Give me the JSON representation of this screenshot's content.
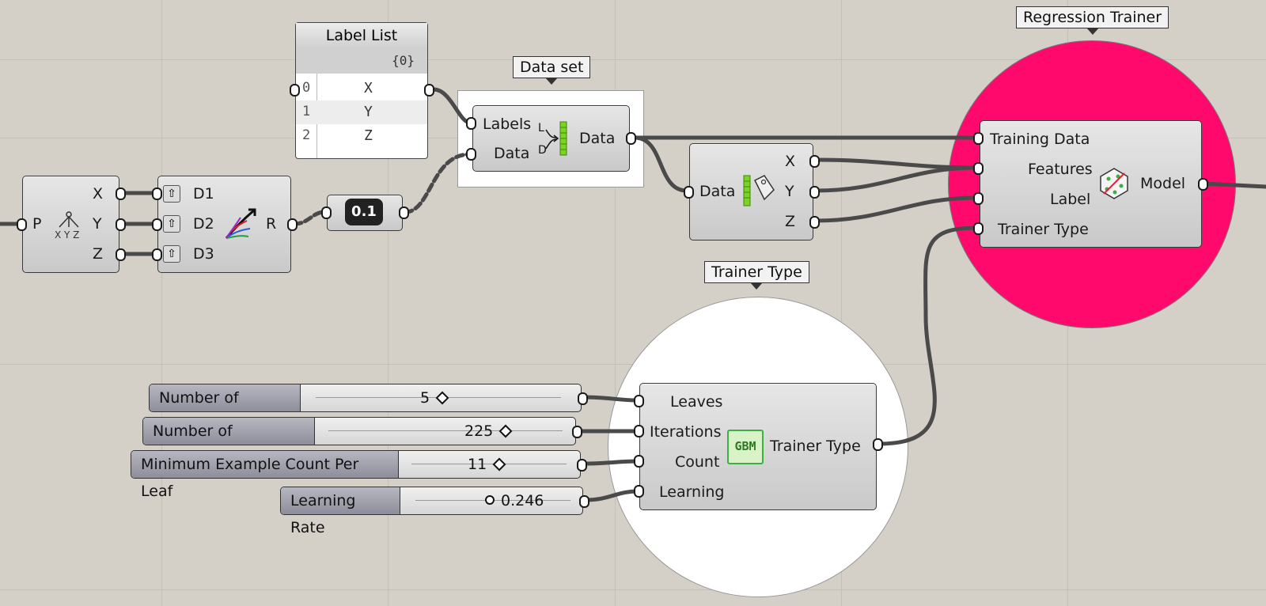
{
  "colors": {
    "canvas_bg": "#d4d0c8",
    "regression_bubble": "#ff0a6c",
    "trainer_bubble": "#ffffff",
    "gbm_icon_green": "#3cb043",
    "wire": "#4a4a4a"
  },
  "label_list": {
    "title": "Label List",
    "branch": "{0}",
    "rows": [
      {
        "index": "0",
        "value": "X"
      },
      {
        "index": "1",
        "value": "Y"
      },
      {
        "index": "2",
        "value": "Z"
      }
    ]
  },
  "deconstruct_point": {
    "input": "P",
    "outputs": [
      "X",
      "Y",
      "Z"
    ],
    "icon": "xyz-decompose-icon"
  },
  "vector_2pt": {
    "inputs": [
      "D1",
      "D2",
      "D3"
    ],
    "output": "R",
    "icon": "arrow-spread-icon"
  },
  "number_param": {
    "label": "0.1"
  },
  "data_set": {
    "tag": "Data set",
    "inputs": [
      "Labels",
      "Data"
    ],
    "output": "Data",
    "icon": "dataset-icon"
  },
  "deconstruct_data": {
    "input": "Data",
    "outputs": [
      "X",
      "Y",
      "Z"
    ],
    "icon": "data-tag-icon"
  },
  "regression_trainer": {
    "tag": "Regression Trainer",
    "inputs": [
      "Training Data",
      "Features",
      "Label",
      "Trainer Type"
    ],
    "output": "Model",
    "icon": "model-icon"
  },
  "trainer_type": {
    "tag": "Trainer Type",
    "inputs": [
      "Leaves",
      "Iterations",
      "Count",
      "Learning"
    ],
    "output": "Trainer Type",
    "icon_text": "GBM"
  },
  "sliders": [
    {
      "label": "Number of Leaves",
      "value": "5",
      "fraction": 0.45
    },
    {
      "label": "Number of Iterations",
      "value": "225",
      "fraction": 0.72
    },
    {
      "label": "Minimum Example Count Per Leaf",
      "value": "11",
      "fraction": 0.55
    },
    {
      "label": "Learning Rate",
      "value": "0.246",
      "fraction": 0.45
    }
  ]
}
